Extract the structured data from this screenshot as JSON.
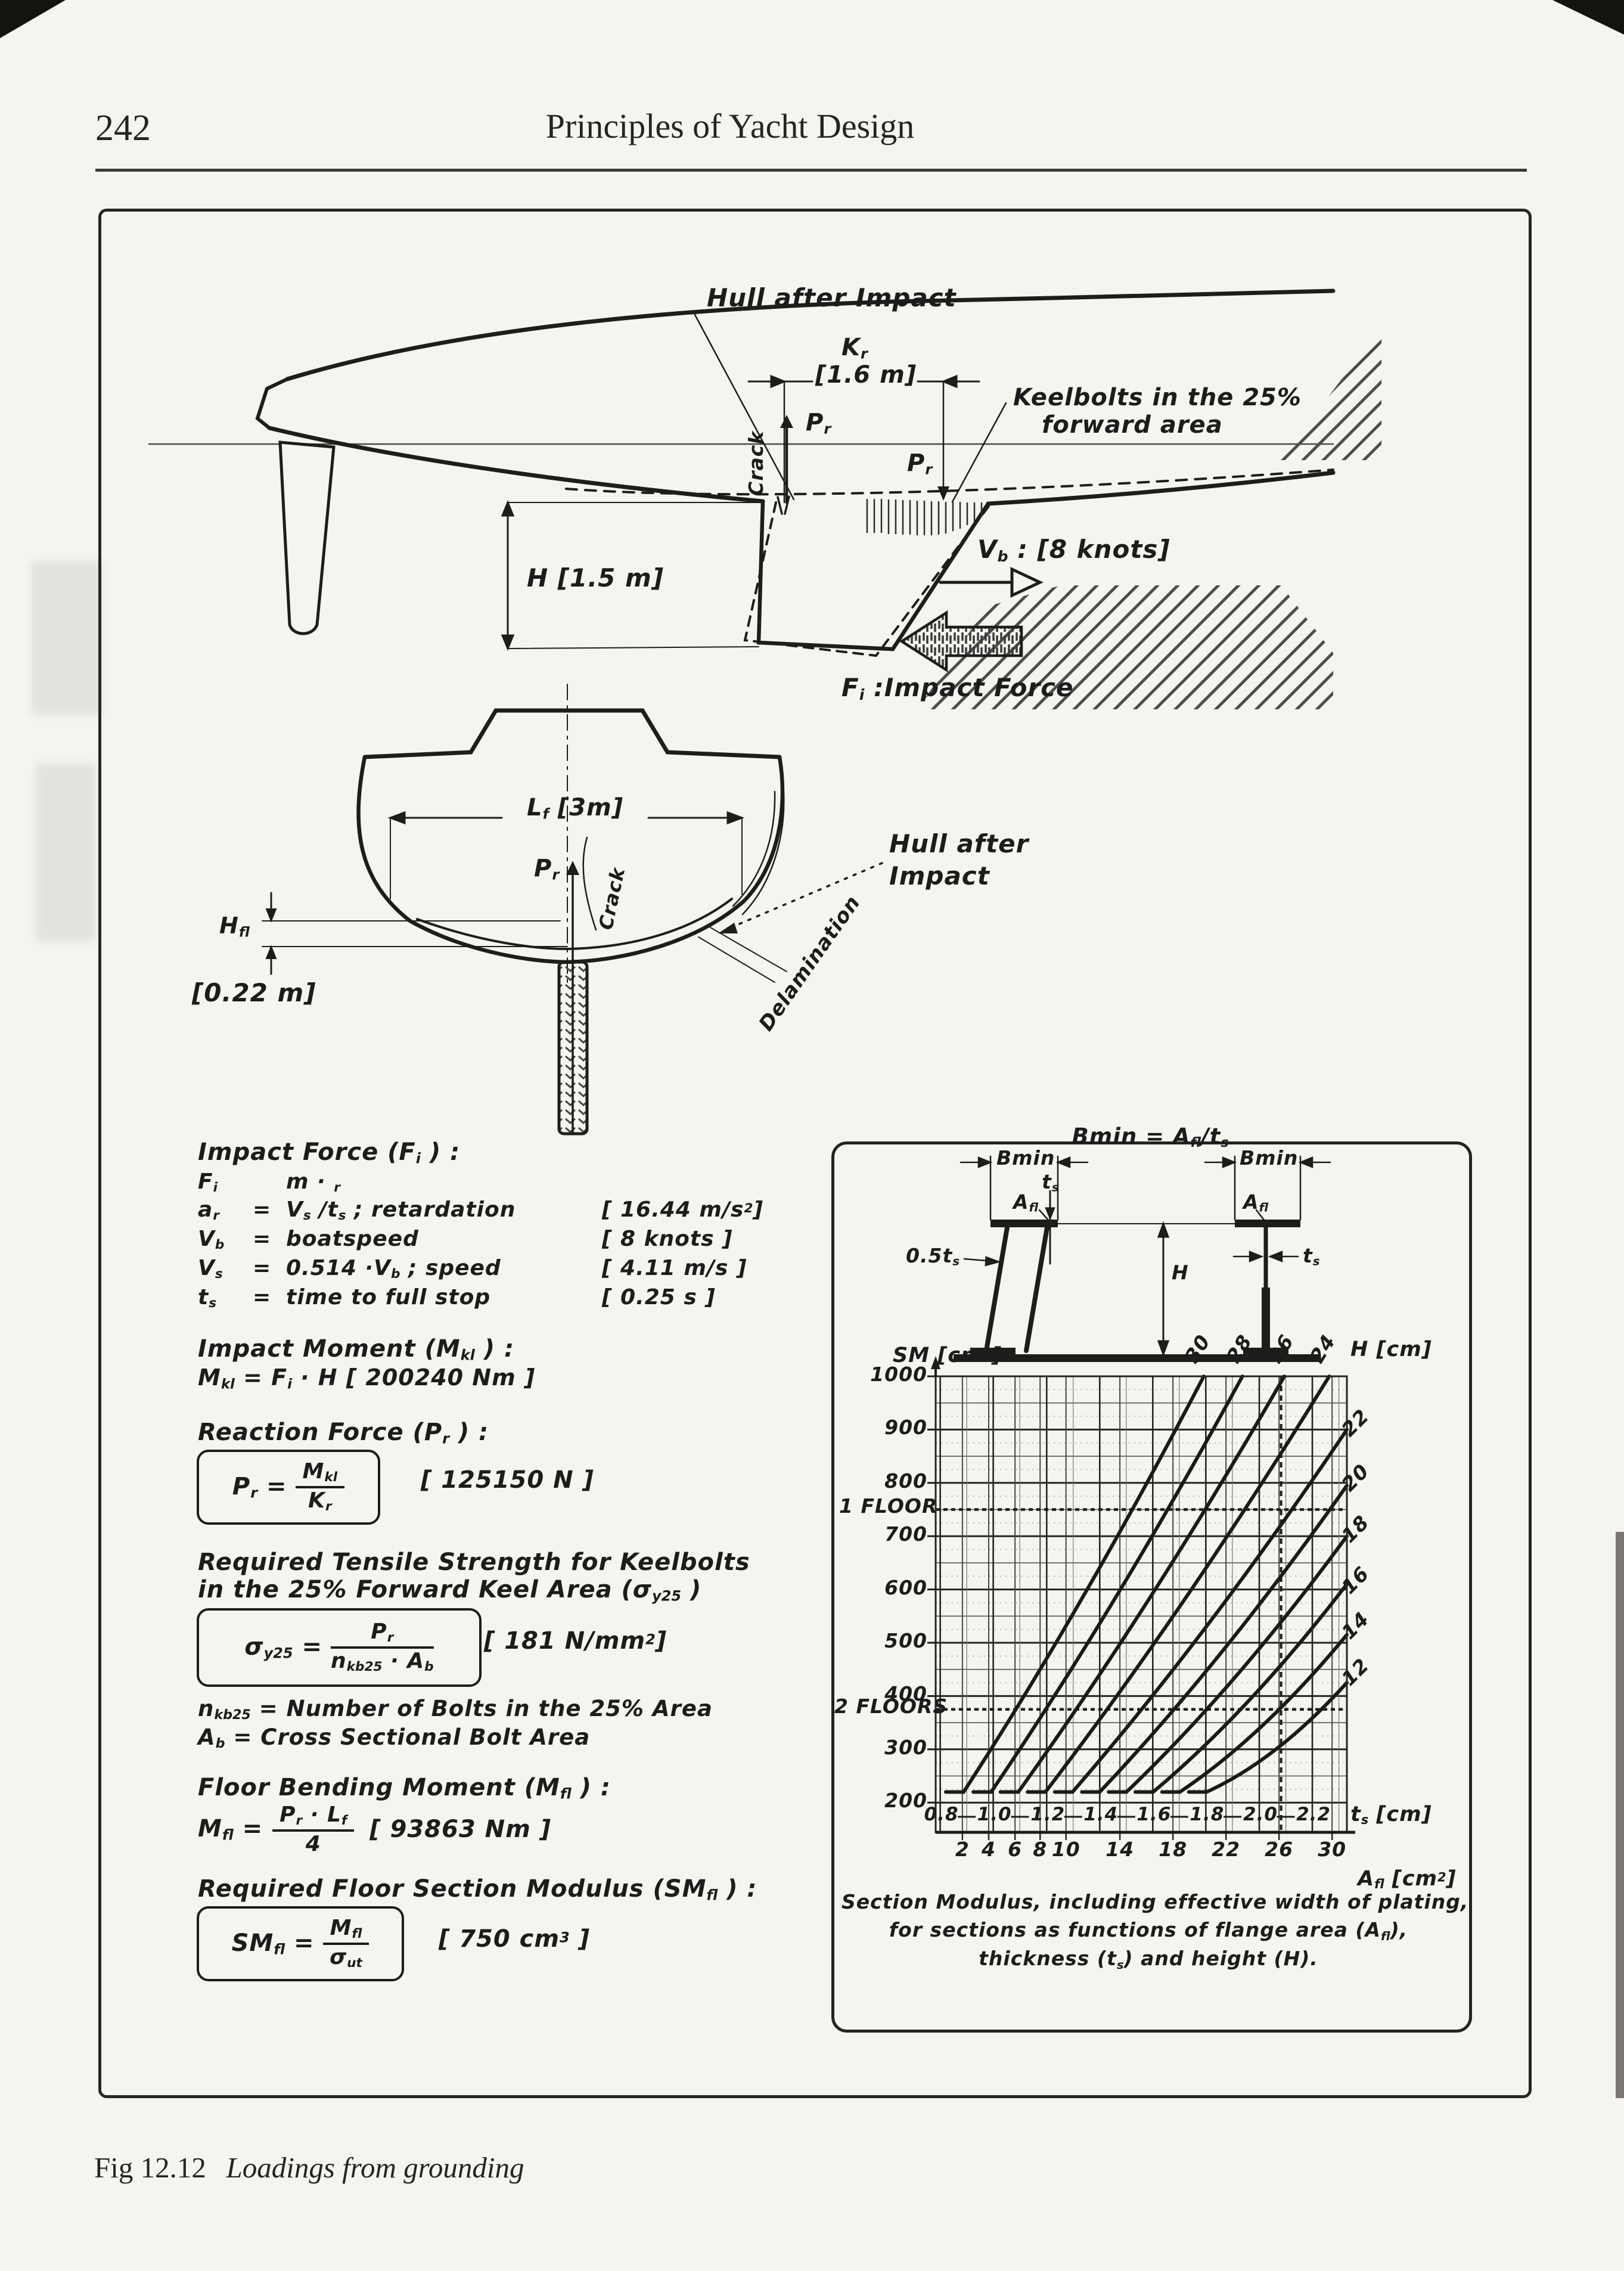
{
  "page": {
    "number": "242",
    "title": "Principles of Yacht Design",
    "fig_label": "Fig 12.12",
    "fig_title": "Loadings from grounding"
  },
  "colors": {
    "ink": "#1c1c1c",
    "paper": "#f5f4ef"
  },
  "profile_diagram": {
    "hull_after_impact": "Hull after Impact",
    "kr_sym": "K_{r}",
    "kr_val": "[1.6 m]",
    "crack": "Crack",
    "pr_left": "P_{r}",
    "pr_right": "P_{r}",
    "keelbolts_line1": "Keelbolts in the 25%",
    "keelbolts_line2": "forward area",
    "h_dim": "H [1.5 m]",
    "vb": "V_{b} :  [8 knots]",
    "fi": "F_{i} :Impact Force"
  },
  "section_diagram": {
    "lf_dim": "L_{f}  [3m]",
    "pr": "P_{r}",
    "crack": "Crack",
    "hull_after_line1": "Hull after",
    "hull_after_line2": "Impact",
    "delamination": "Delamination",
    "hfl": "H_{fl}",
    "hfl_val": "[0.22 m]"
  },
  "formulas": {
    "impact_force_heading": "Impact Force (F_{i} ) :",
    "defs": [
      {
        "lhs": "F_{i}",
        "eq": "",
        "body": "m ·   _{r}",
        "bracket": ""
      },
      {
        "lhs": "a_{r}",
        "eq": "=",
        "body": "V_{s} /t_{s} ;  retardation",
        "bracket": "[ 16.44 m/s^{2}]"
      },
      {
        "lhs": "V_{b}",
        "eq": "=",
        "body": "boatspeed",
        "bracket": "[ 8 knots ]"
      },
      {
        "lhs": "V_{s}",
        "eq": "=",
        "body": "0.514 ·V_{b} ;  speed",
        "bracket": "[ 4.11 m/s ]"
      },
      {
        "lhs": "t_{s}",
        "eq": "=",
        "body": "time to full stop",
        "bracket": "[ 0.25 s ]"
      }
    ],
    "impact_moment_heading": "Impact Moment (M_{kl} ) :",
    "impact_moment_line": "M_{kl} = F_{i} ·  H  [ 200240 Nm ]",
    "reaction_heading": "Reaction Force (P_{r} ) :",
    "reaction_box": {
      "lhs": "P_{r}   =",
      "num": "M_{kl}",
      "den": "K_{r}",
      "bracket": "[ 125150 N ]"
    },
    "tensile_heading_line1": "Required Tensile Strength for Keelbolts",
    "tensile_heading_line2": "in the 25% Forward Keel Area (σ_{y25} )",
    "tensile_box": {
      "lhs": "σ_{y25} =",
      "num": "P_{r}",
      "den": "n_{kb25} ·  A_{b}",
      "bracket": "[ 181 N/mm^{2}]"
    },
    "nkb_line": "n_{kb25} =  Number of Bolts in the 25% Area",
    "ab_line": "A_{b}  =  Cross Sectional Bolt Area",
    "floor_moment_heading": "Floor Bending Moment (M_{fl} ) :",
    "floor_moment": {
      "lhs": "M_{fl}  =",
      "num": "P_{r}  · L_{f}",
      "den": "4",
      "bracket": "[ 93863 Nm ]"
    },
    "sm_heading": "Required Floor Section Modulus (SM_{fl} ) :",
    "sm_box": {
      "lhs": "SM_{fl}  =",
      "num": "M_{fl}",
      "den": "σ_{ut}",
      "bracket": "[ 750 cm^{3} ]"
    }
  },
  "chart_panel": {
    "bmin_formula": "Bmin  =  A_{fl}/t_{s}",
    "beam_labels": {
      "bmin_left": "Bmin",
      "bmin_right": "Bmin",
      "ts_top": "t_{s}",
      "afl_left": "A_{fl}",
      "afl_right": "A_{fl}",
      "half_ts": "0.5t_{s}",
      "h_mid": "H",
      "ts_right": "t_{s}"
    },
    "y_axis_title": "SM  [cm^{3}]",
    "h_axis_title": "H  [cm]",
    "ts_axis_title": "t_{s}  [cm]",
    "afl_axis_title": "A_{fl} [cm^{2}]",
    "floor1": "1  FLOOR",
    "floor2": "2  FLOORS",
    "caption_lines": [
      "Section Modulus, including effective width of plating,",
      "for sections as functions of flange area (A_{fl}),",
      "thickness (t_{s}) and height (H)."
    ]
  },
  "chart_data": {
    "type": "line",
    "title": "Section Modulus, including effective width of plating, for sections as functions of flange area (Afl), thickness (ts) and height (H).",
    "ylabel": "SM [cm3]",
    "xlabel_primary": "ts [cm]",
    "xlabel_secondary": "Afl [cm2]",
    "ylim": [
      200,
      1000
    ],
    "yticks": [
      1000,
      900,
      800,
      700,
      600,
      500,
      400,
      300,
      200
    ],
    "ts_ticks": [
      "0.8",
      "1.0",
      "1.2",
      "1.4",
      "1.6",
      "1.8",
      "2.0",
      "2.2"
    ],
    "ts_tick_frac": [
      0.011,
      0.14,
      0.27,
      0.399,
      0.528,
      0.657,
      0.787,
      0.916
    ],
    "afl_ticks": [
      "2",
      "4",
      "6",
      "8",
      "10",
      "14",
      "18",
      "22",
      "26",
      "30"
    ],
    "afl_tick_frac": [
      0.065,
      0.129,
      0.193,
      0.254,
      0.317,
      0.448,
      0.577,
      0.706,
      0.835,
      0.964
    ],
    "grid": true,
    "legend_position": "curve-labels",
    "reference_lines": [
      {
        "label": "1 FLOOR",
        "sm": 750,
        "style": "dashed-horizontal"
      },
      {
        "label": "2 FLOORS",
        "sm": 375,
        "style": "dashed-horizontal"
      },
      {
        "label": "example Afl = 26",
        "x_frac": 0.84,
        "style": "dashed-vertical"
      }
    ],
    "series": [
      {
        "name": "H=30",
        "h": 30,
        "start": [
          0.068,
          220
        ],
        "end": [
          0.652,
          1000
        ],
        "exit": "top"
      },
      {
        "name": "H=28",
        "h": 28,
        "start": [
          0.135,
          220
        ],
        "end": [
          0.746,
          1000
        ],
        "exit": "top"
      },
      {
        "name": "H=26",
        "h": 26,
        "start": [
          0.201,
          220
        ],
        "end": [
          0.848,
          1000
        ],
        "exit": "top"
      },
      {
        "name": "H=24",
        "h": 24,
        "start": [
          0.267,
          220
        ],
        "end": [
          0.957,
          1000
        ],
        "exit": "top"
      },
      {
        "name": "H=22",
        "h": 22,
        "start": [
          0.333,
          220
        ],
        "end": [
          1.0,
          900
        ],
        "exit": "right"
      },
      {
        "name": "H=20",
        "h": 20,
        "start": [
          0.399,
          220
        ],
        "end": [
          1.0,
          795
        ],
        "exit": "right"
      },
      {
        "name": "H=18",
        "h": 18,
        "start": [
          0.464,
          220
        ],
        "end": [
          1.0,
          700
        ],
        "exit": "right"
      },
      {
        "name": "H=16",
        "h": 16,
        "start": [
          0.529,
          220
        ],
        "end": [
          1.0,
          610
        ],
        "exit": "right"
      },
      {
        "name": "H=14",
        "h": 14,
        "start": [
          0.594,
          220
        ],
        "end": [
          1.0,
          515
        ],
        "exit": "right"
      },
      {
        "name": "H=12",
        "h": 12,
        "start": [
          0.659,
          220
        ],
        "end": [
          1.0,
          425
        ],
        "exit": "right"
      }
    ],
    "top_curve_labels": [
      "30",
      "28",
      "26",
      "24"
    ],
    "right_curve_labels": [
      "22",
      "20",
      "18",
      "16",
      "14",
      "12"
    ]
  }
}
